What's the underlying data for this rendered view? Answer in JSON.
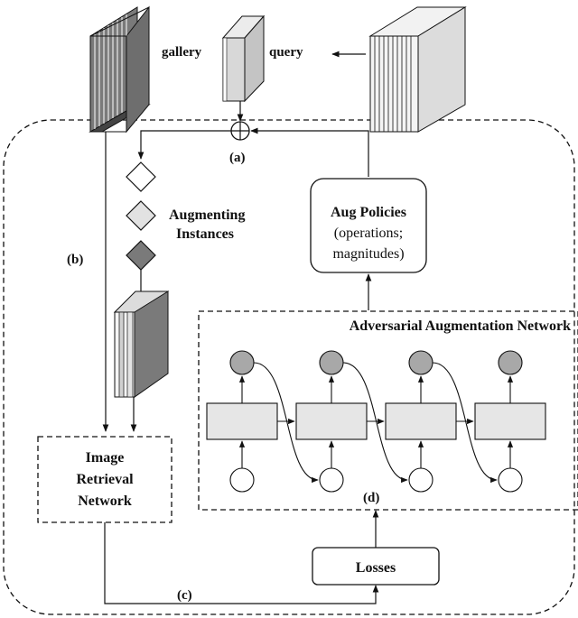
{
  "labels": {
    "gallery": "gallery",
    "query": "query",
    "marker_a": "(a)",
    "marker_b": "(b)",
    "marker_c": "(c)",
    "marker_d": "(d)",
    "augmenting_line1": "Augmenting",
    "augmenting_line2": "Instances",
    "aug_policies_title": "Aug Policies",
    "aug_policies_line2": "(operations;",
    "aug_policies_line3": "magnitudes)",
    "adversarial_network": "Adversarial Augmentation Network",
    "retrieval_line1": "Image",
    "retrieval_line2": "Retrieval",
    "retrieval_line3": "Network",
    "losses": "Losses"
  },
  "colors": {
    "dark_gray": "#7a7a7a",
    "light_gray": "#d4d4d4",
    "mid_gray": "#a8a8a8",
    "cell_fill": "#e6e6e6",
    "line": "#111111"
  }
}
